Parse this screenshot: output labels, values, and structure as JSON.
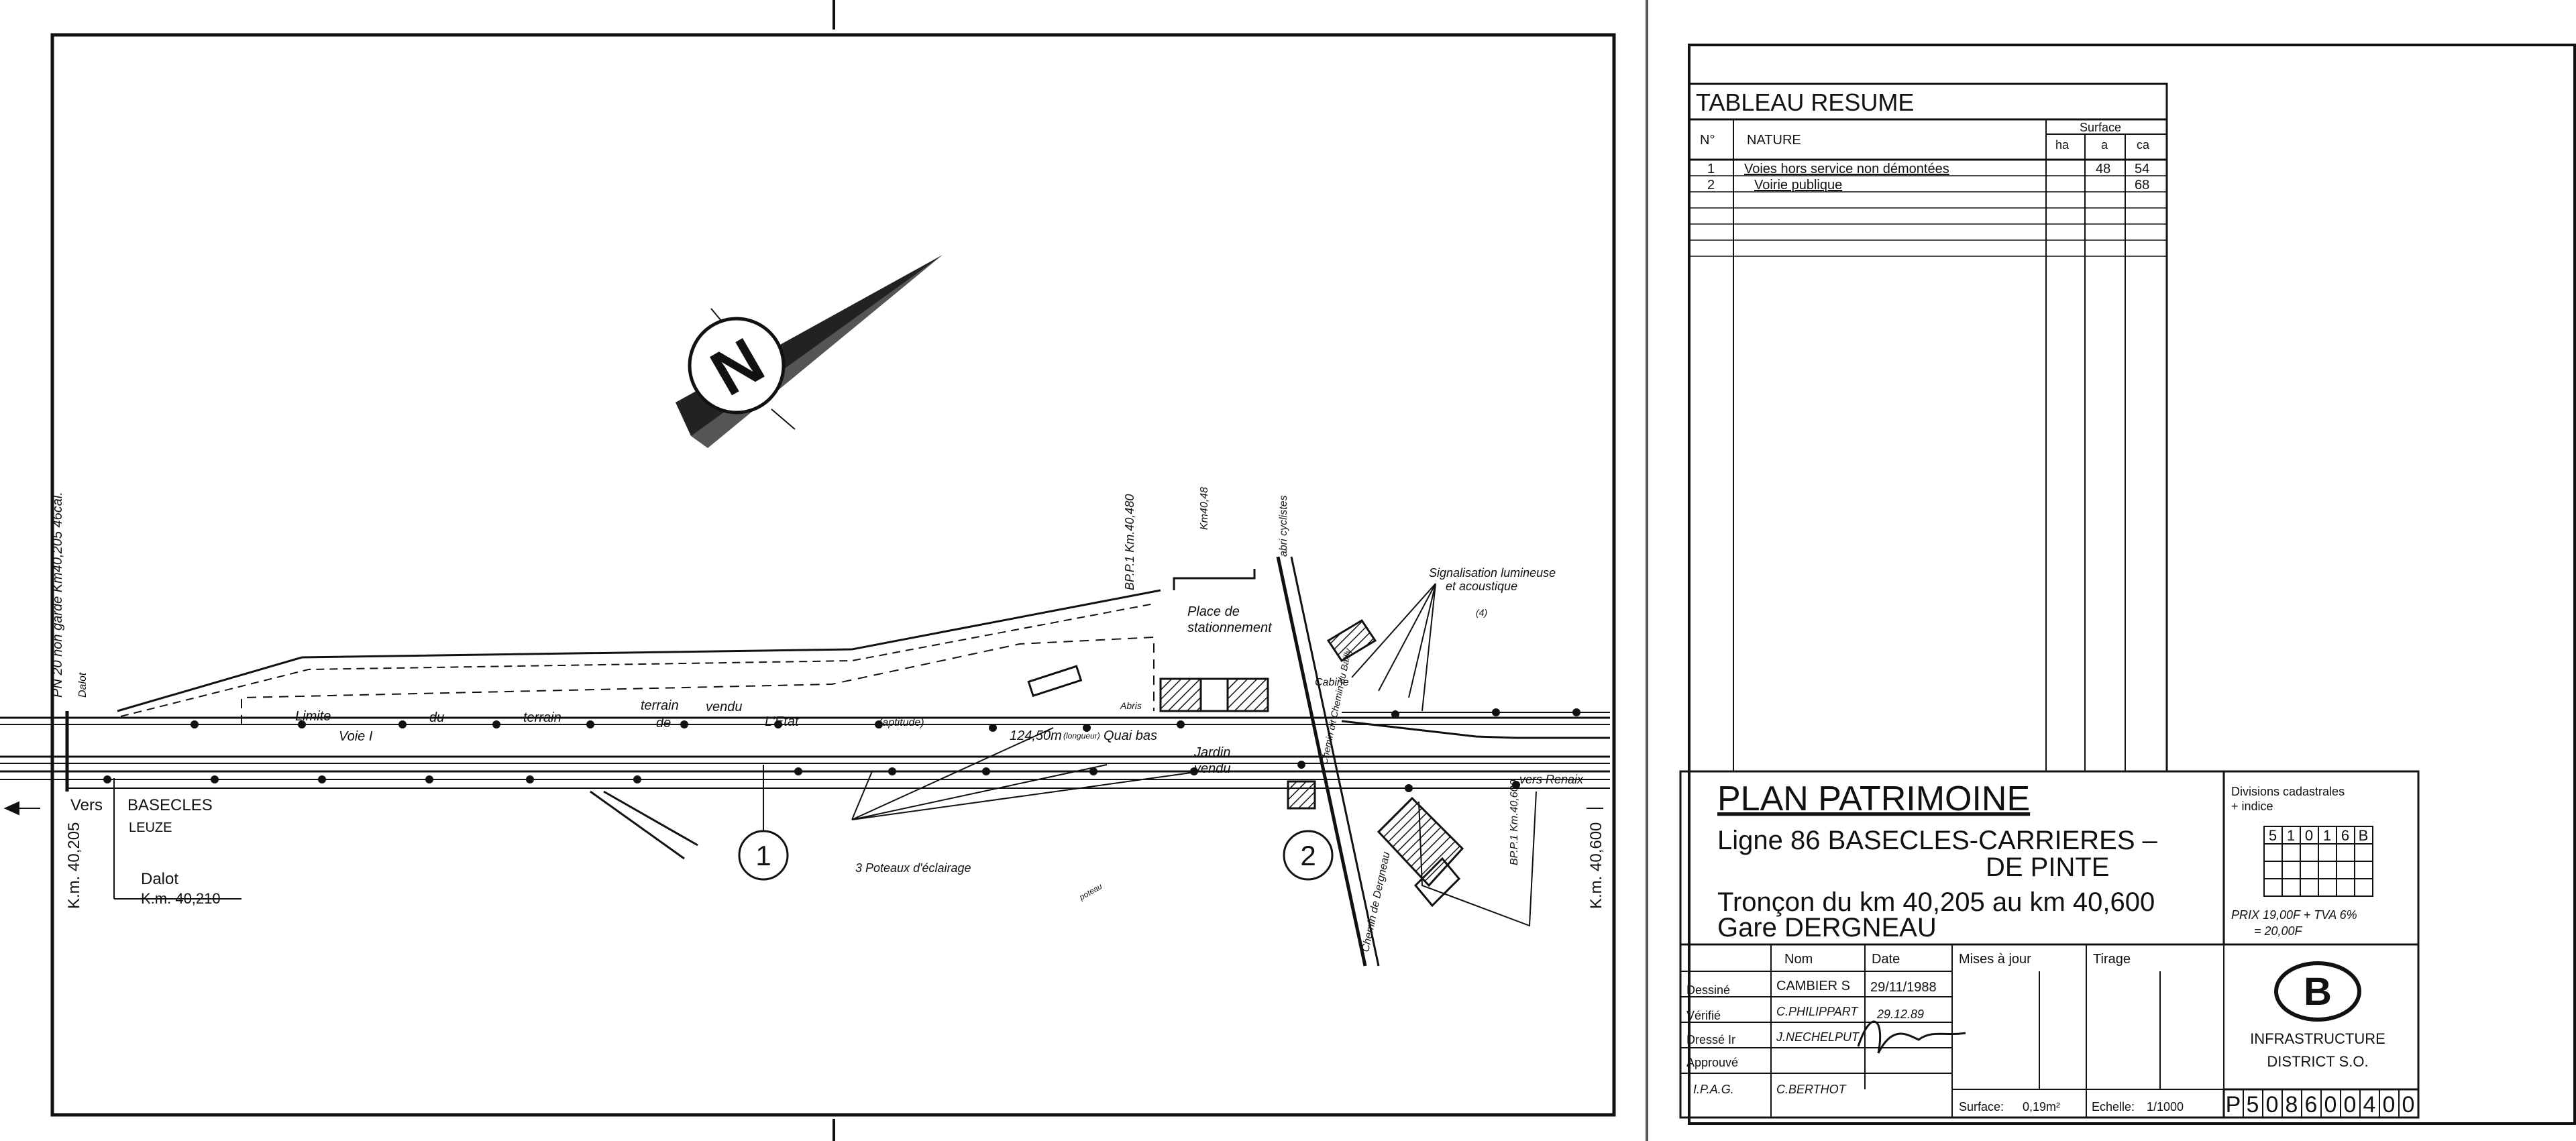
{
  "plan": {
    "north_letter": "N",
    "labels": {
      "pn_left": "PN 20 non gardé Km40,205 46cal.",
      "dalot_small": "Dalot",
      "limite": "Limite",
      "du": "du",
      "terrain": "terrain",
      "vendu": "vendu",
      "de": "de",
      "letat": "L'Etat",
      "voie": "Voie I",
      "aptitude": "(aptitude)",
      "dist": "124,50m",
      "dist_sub": "(longueur)",
      "quai": "Quai bas",
      "abris": "Abris",
      "place1": "Place de",
      "place2": "stationnement",
      "jardin1": "Jardin",
      "jardin2": "vendu",
      "cabine": "Cabine",
      "signal1": "Signalisation lumineuse",
      "signal2": "et acoustique",
      "signal3": "(4)",
      "poteaux": "3 Poteaux d'éclairage",
      "poteau_small": "poteau",
      "bp_left": "BP.P.1 Km.40,480",
      "km_top": "Km40,48",
      "abri_top": "abri cyclistes",
      "chemin_top": "Chemin dit Chemin du Bailly",
      "chemin_bottom": "Chemin de Dergneau",
      "bp_right": "BP.P.1 Km.40,600",
      "vers_renaix": "vers Renaix",
      "vers": "Vers",
      "basecles": "BASECLES",
      "leuze": "LEUZE",
      "km_left": "K.m. 40,205",
      "dalot": "Dalot",
      "dalot_km": "K.m. 40,210",
      "km_right": "K.m. 40,600",
      "circle1": "1",
      "circle2": "2"
    }
  },
  "tableau": {
    "title": "TABLEAU RESUME",
    "col_no": "N°",
    "col_nature": "NATURE",
    "col_surface": "Surface",
    "sub_ha": "ha",
    "sub_a": "a",
    "sub_ca": "ca",
    "rows": [
      {
        "no": "1",
        "nature": "Voies hors service non démontées",
        "ha": "",
        "a": "48",
        "ca": "54"
      },
      {
        "no": "2",
        "nature": "Voirie publique",
        "ha": "",
        "a": "",
        "ca": "68"
      }
    ]
  },
  "title_block": {
    "title": "PLAN PATRIMOINE",
    "line1": "Ligne 86 BASECLES-CARRIERES  –",
    "line2": "DE PINTE",
    "line3": "Tronçon du km 40,205 au km 40,600",
    "line4": "Gare          DERGNEAU",
    "divisions_label1": "Divisions cadastrales",
    "divisions_label2": "+ indice",
    "divisions_code": [
      "5",
      "1",
      "0",
      "1",
      "6",
      "B"
    ],
    "prix1": "PRIX 19,00F + TVA 6%",
    "prix2": "= 20,00F"
  },
  "signatures": {
    "h_nom": "Nom",
    "h_date": "Date",
    "h_mises": "Mises à jour",
    "h_tirage": "Tirage",
    "rows": [
      {
        "role": "Dessiné",
        "name": "CAMBIER S",
        "date": "29/11/1988"
      },
      {
        "role": "Vérifié",
        "name": "C.PHILIPPART",
        "date": "29.12.89"
      },
      {
        "role": "Dressé Ir",
        "name": "J.NECHELPUT",
        "date": ""
      },
      {
        "role": "Approuvé",
        "name": "",
        "date": ""
      },
      {
        "role": "I.P.A.G.",
        "name": "C.BERTHOT",
        "date": ""
      }
    ],
    "surface_label": "Surface:",
    "surface_value": "0,19m²",
    "echelle_label": "Echelle:",
    "echelle_value": "1/1000",
    "logo_letter": "B",
    "infra1": "INFRASTRUCTURE",
    "infra2": "DISTRICT S.O.",
    "ref_code": [
      "P",
      "5",
      "0",
      "8",
      "6",
      "0",
      "0",
      "4",
      "0",
      "0"
    ]
  }
}
